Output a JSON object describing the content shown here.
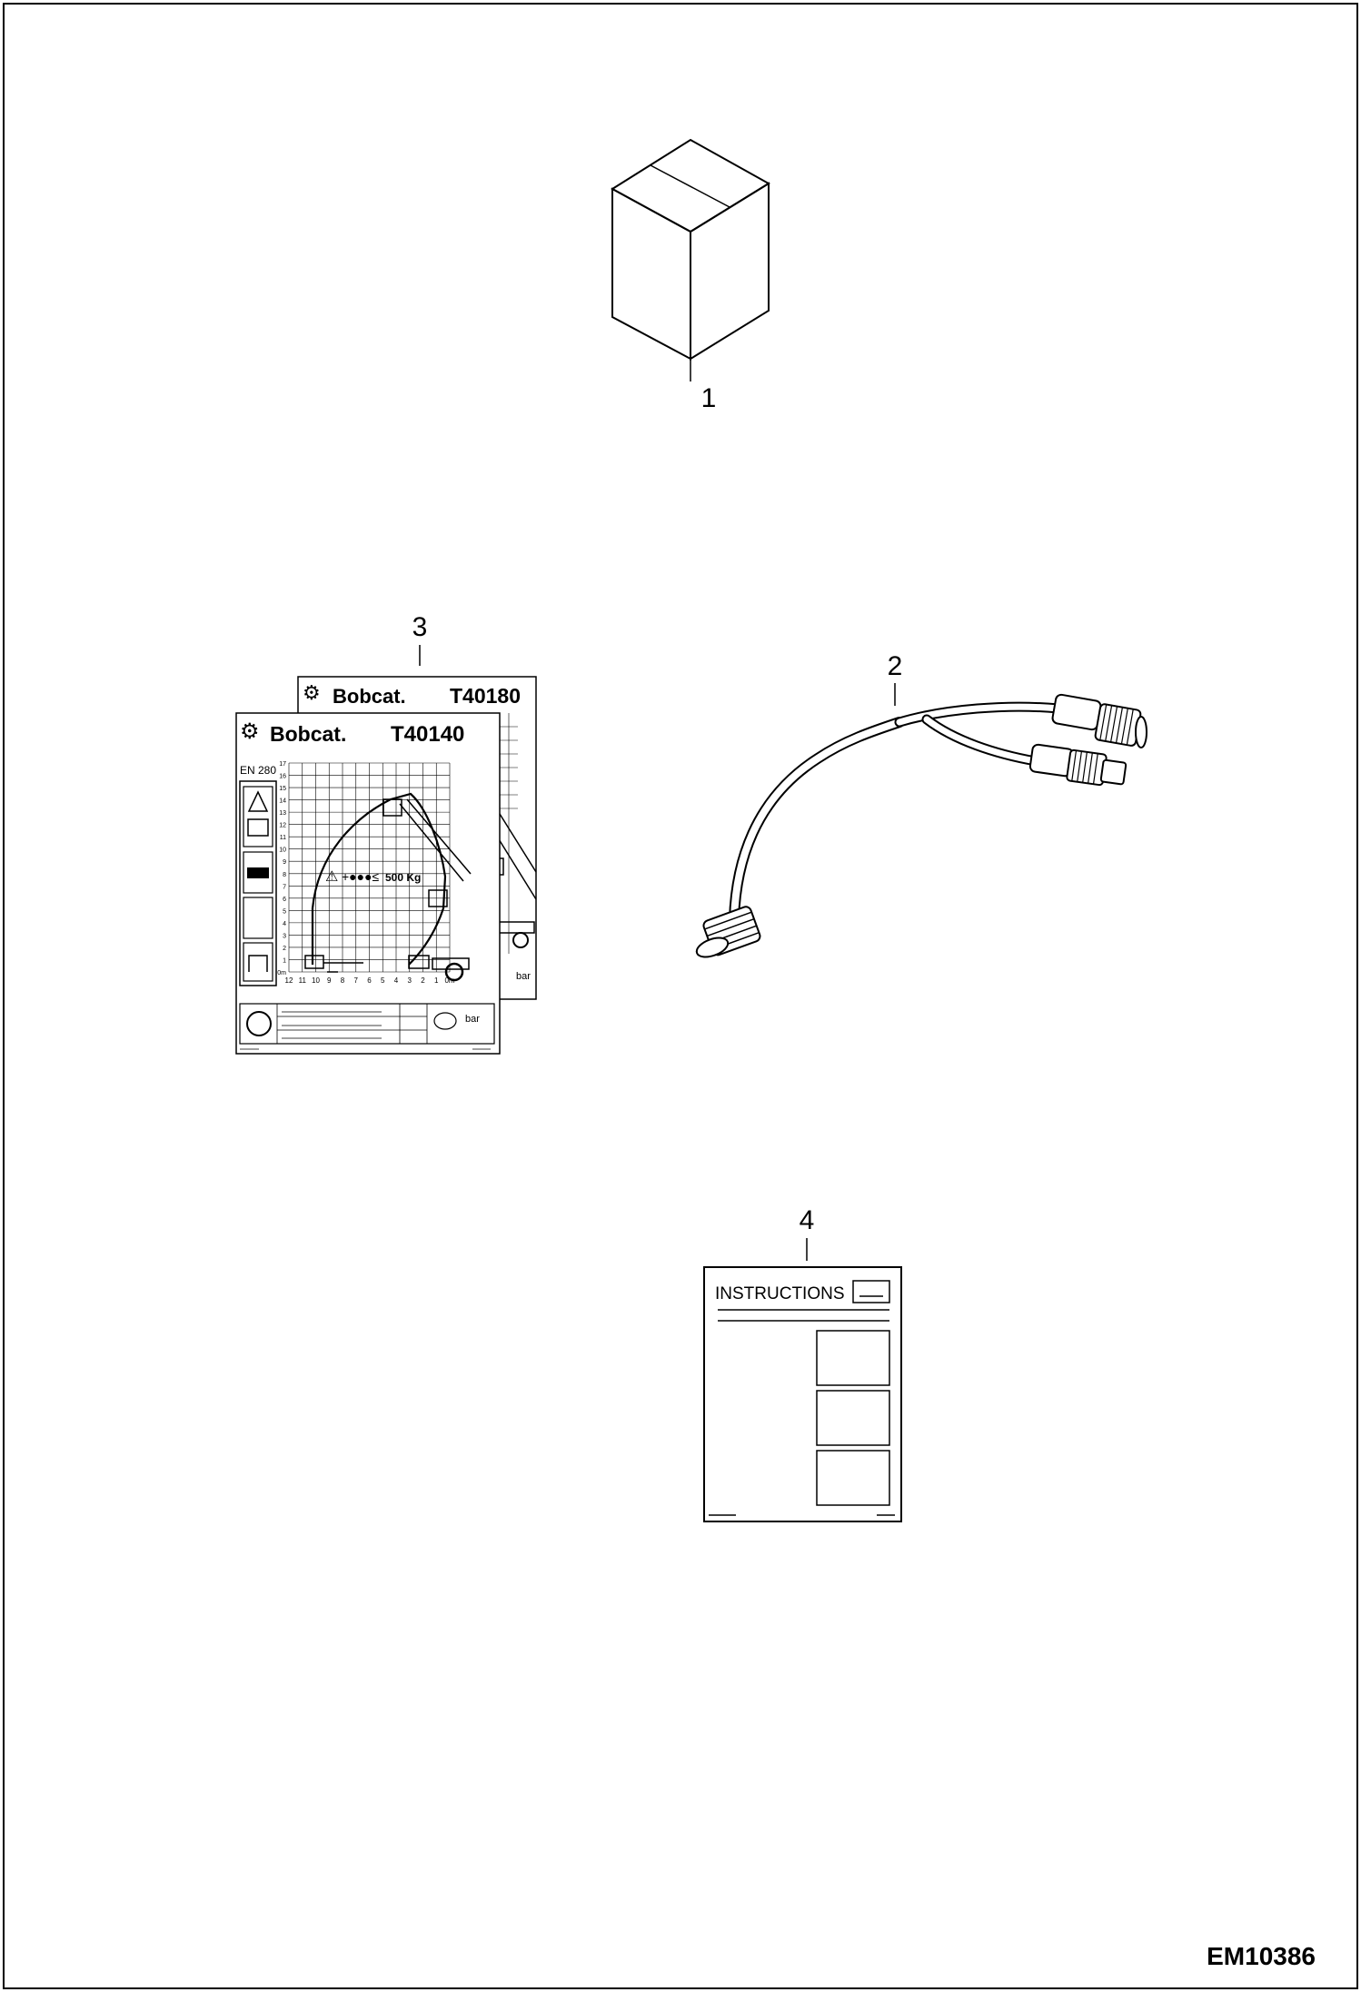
{
  "callouts": [
    "1",
    "2",
    "3",
    "4"
  ],
  "drawing_code": "EM10386",
  "decal_back": {
    "brand": "Bobcat.",
    "model": "T40180"
  },
  "decal_front": {
    "brand": "Bobcat.",
    "model": "T40140",
    "standard": "EN 280",
    "load_note": "500 Kg",
    "x_axis_ticks": [
      "12",
      "11",
      "10",
      "9",
      "8",
      "7",
      "6",
      "5",
      "4",
      "3",
      "2",
      "1",
      "0m"
    ],
    "y_axis_ticks": [
      "17",
      "16",
      "15",
      "14",
      "13",
      "12",
      "11",
      "10",
      "9",
      "8",
      "7",
      "6",
      "5",
      "4",
      "3",
      "2",
      "1",
      "0m"
    ],
    "pressure_unit": "bar"
  },
  "instruction_sheet": {
    "title": "INSTRUCTIONS"
  }
}
